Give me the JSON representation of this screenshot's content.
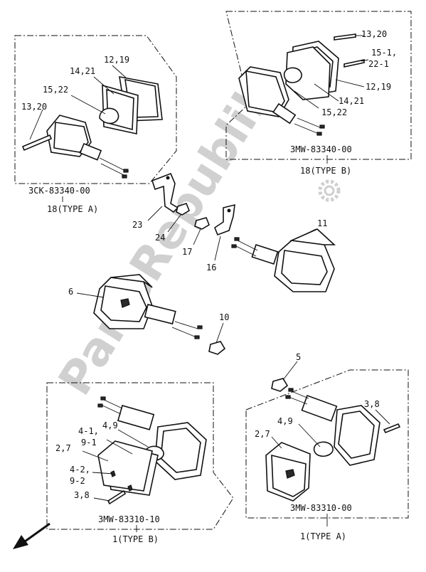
{
  "watermark": {
    "text": "PartsRepublik",
    "icon": "gear-icon"
  },
  "direction_arrow": {
    "icon": "arrow-down-left-icon"
  },
  "groups": [
    {
      "id": "front-left-type-a",
      "code": "3CK-83340-00",
      "caption": "18(TYPE A)"
    },
    {
      "id": "front-right-type-b",
      "code": "3MW-83340-00",
      "caption": "18(TYPE B)"
    },
    {
      "id": "rear-left-type-b",
      "code": "3MW-83310-10",
      "caption": "1(TYPE B)"
    },
    {
      "id": "rear-right-type-a",
      "code": "3MW-83310-00",
      "caption": "1(TYPE A)"
    }
  ],
  "callouts": {
    "a_12_19": "12,19",
    "a_14_21": "14,21",
    "a_15_22": "15,22",
    "a_13_20": "13,20",
    "b_13_20": "13,20",
    "b_15_1": "15-1,",
    "b_22_1": "22-1",
    "b_12_19": "12,19",
    "b_14_21": "14,21",
    "b_15_22": "15,22",
    "c_23": "23",
    "c_24": "24",
    "c_17": "17",
    "c_16": "16",
    "c_11": "11",
    "c_6": "6",
    "c_10": "10",
    "c_5": "5",
    "d_4_9": "4,9",
    "d_4_1": "4-1,",
    "d_9_1": "9-1",
    "d_2_7": "2,7",
    "d_4_2": "4-2,",
    "d_9_2": "9-2",
    "d_3_8": "3,8",
    "e_3_8": "3,8",
    "e_4_9": "4,9",
    "e_2_7": "2,7"
  }
}
